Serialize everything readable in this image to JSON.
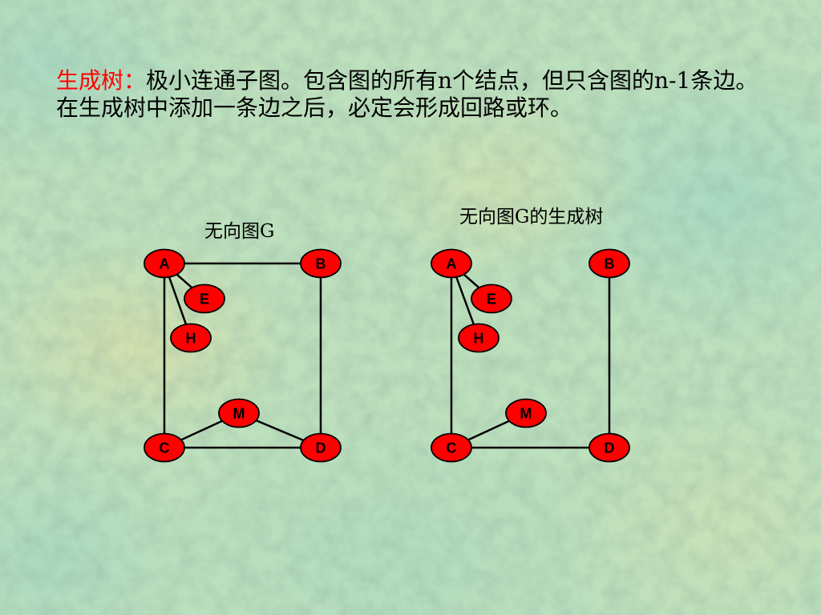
{
  "slide": {
    "definition": {
      "term": "生成树：",
      "line1": "极小连通子图。包含图的所有n个结点，但只含图的n-1条边。",
      "line2": "在生成树中添加一条边之后，必定会形成回路或环。"
    }
  },
  "colors": {
    "term": "#ff0000",
    "text": "#000000",
    "node_fill": "#ff0000",
    "node_stroke": "#000000",
    "edge": "#000000"
  },
  "diagrams": [
    {
      "title": "无向图G",
      "nodes": [
        "A",
        "B",
        "E",
        "H",
        "M",
        "C",
        "D"
      ],
      "edges": [
        [
          "A",
          "B"
        ],
        [
          "A",
          "E"
        ],
        [
          "A",
          "H"
        ],
        [
          "A",
          "C"
        ],
        [
          "B",
          "D"
        ],
        [
          "C",
          "D"
        ],
        [
          "C",
          "M"
        ],
        [
          "M",
          "D"
        ]
      ]
    },
    {
      "title": "无向图G的生成树",
      "nodes": [
        "A",
        "B",
        "E",
        "H",
        "M",
        "C",
        "D"
      ],
      "edges": [
        [
          "A",
          "E"
        ],
        [
          "A",
          "H"
        ],
        [
          "A",
          "C"
        ],
        [
          "B",
          "D"
        ],
        [
          "C",
          "M"
        ],
        [
          "C",
          "D"
        ]
      ]
    }
  ]
}
